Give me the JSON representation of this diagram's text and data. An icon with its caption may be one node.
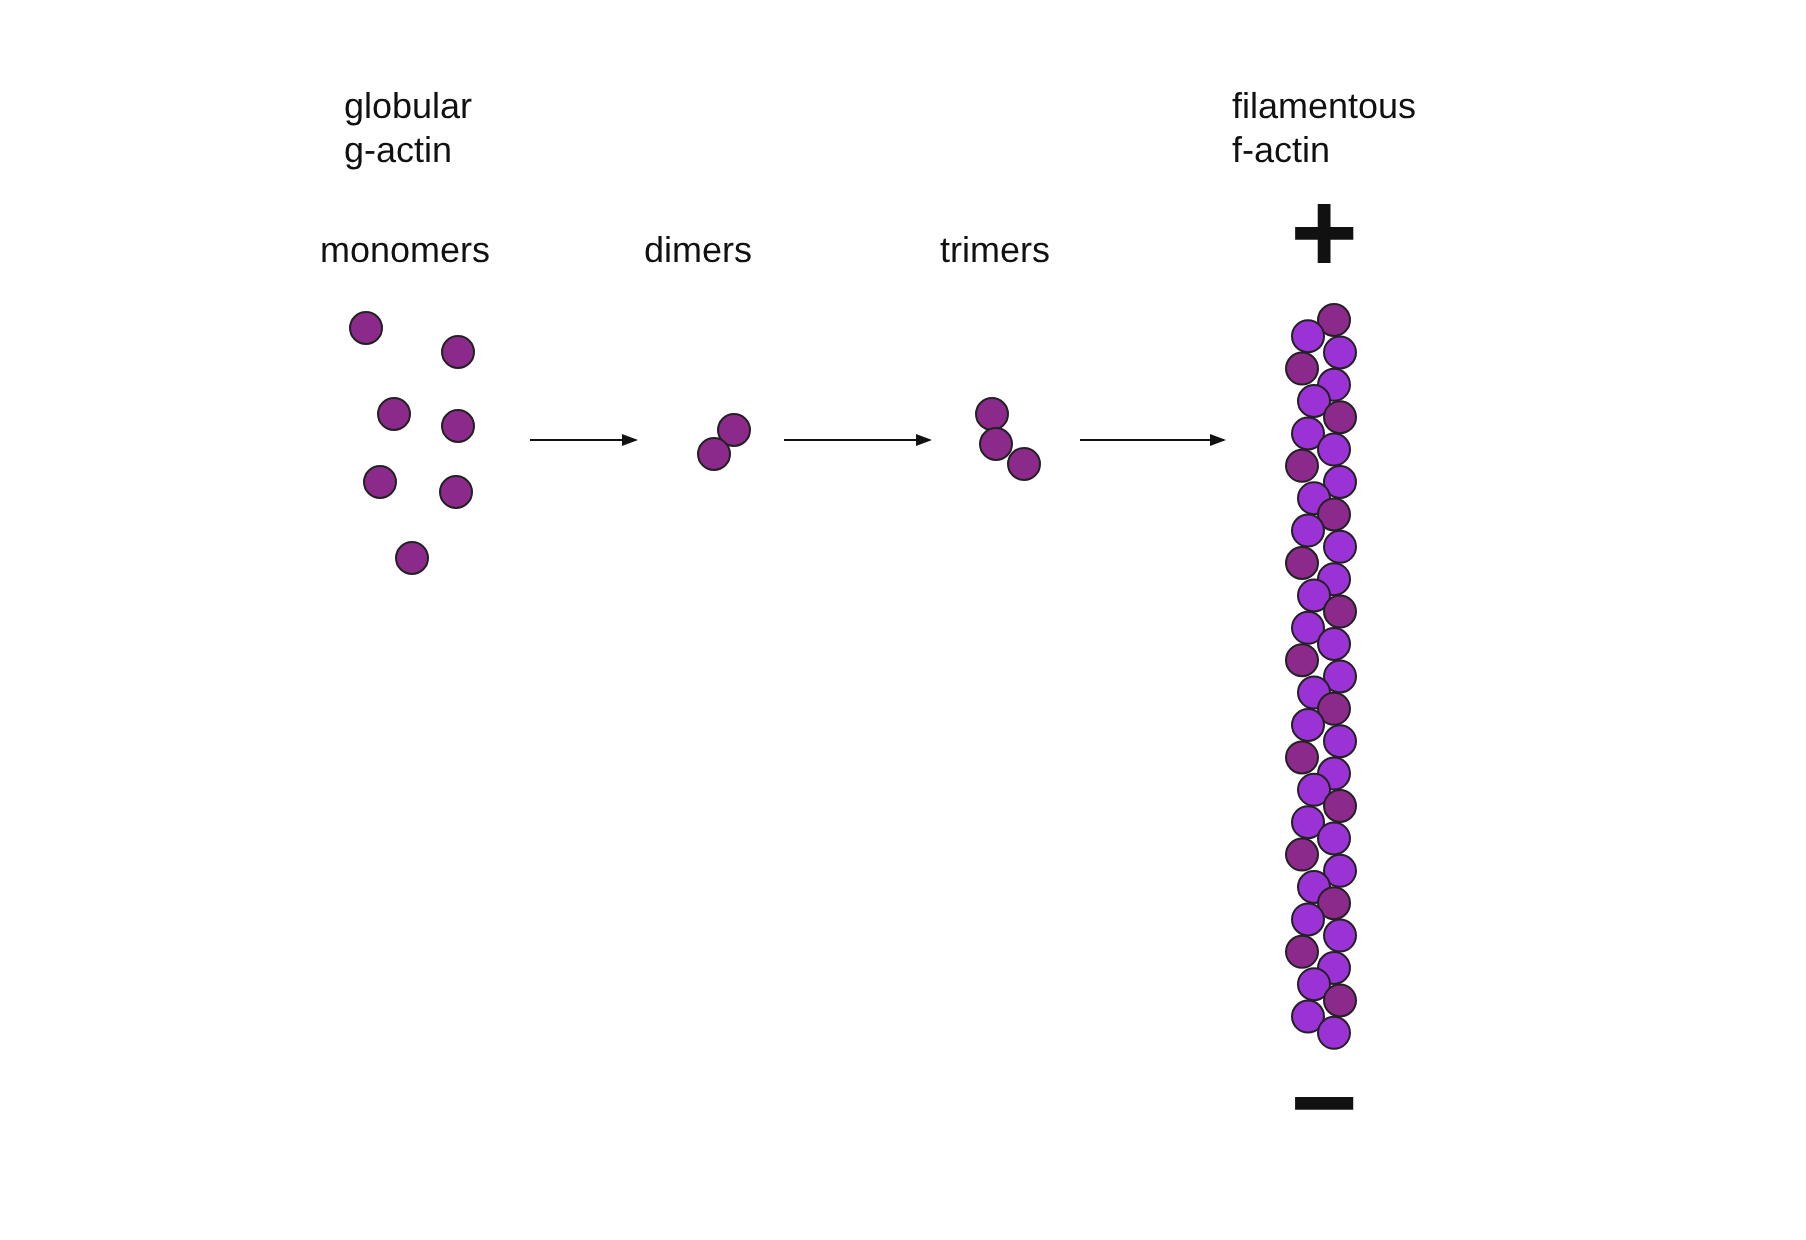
{
  "diagram": {
    "nodes": [
      {
        "text": [
          "globular g-actin",
          "monomers"
        ]
      },
      {
        "text": [
          "dimers"
        ]
      },
      {
        "text": [
          "trimers"
        ]
      },
      {
        "text": [
          "filamentous f-actin"
        ]
      }
    ],
    "edges": [
      {
        "from": 0,
        "to": 1,
        "arrow": "to"
      },
      {
        "from": 1,
        "to": 2,
        "arrow": "to"
      },
      {
        "from": 2,
        "to": 3,
        "arrow": "to"
      }
    ],
    "labels": [
      "+",
      "−"
    ]
  }
}
